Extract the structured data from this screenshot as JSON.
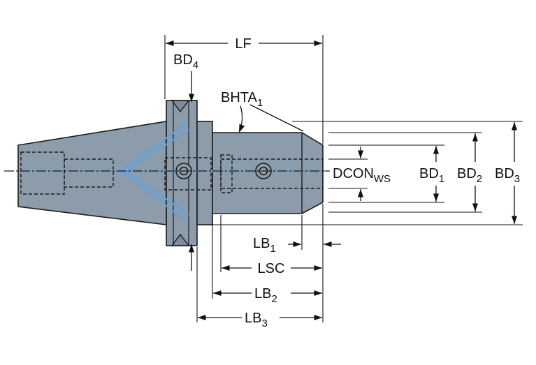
{
  "labels": {
    "lf": "LF",
    "bd4": {
      "main": "BD",
      "sub": "4"
    },
    "bhta1": {
      "main": "BHTA",
      "sub": "1"
    },
    "dcon": {
      "main": "DCON",
      "sub": "WS"
    },
    "bd1": {
      "main": "BD",
      "sub": "1"
    },
    "bd2": {
      "main": "BD",
      "sub": "2"
    },
    "bd3": {
      "main": "BD",
      "sub": "3"
    },
    "lb1": {
      "main": "LB",
      "sub": "1"
    },
    "lsc": "LSC",
    "lb2": {
      "main": "LB",
      "sub": "2"
    },
    "lb3": {
      "main": "LB",
      "sub": "3"
    }
  },
  "colors": {
    "body_fill": "#8d9cab",
    "coolant": "#5ea4e0",
    "outline": "#1a1a1a"
  }
}
